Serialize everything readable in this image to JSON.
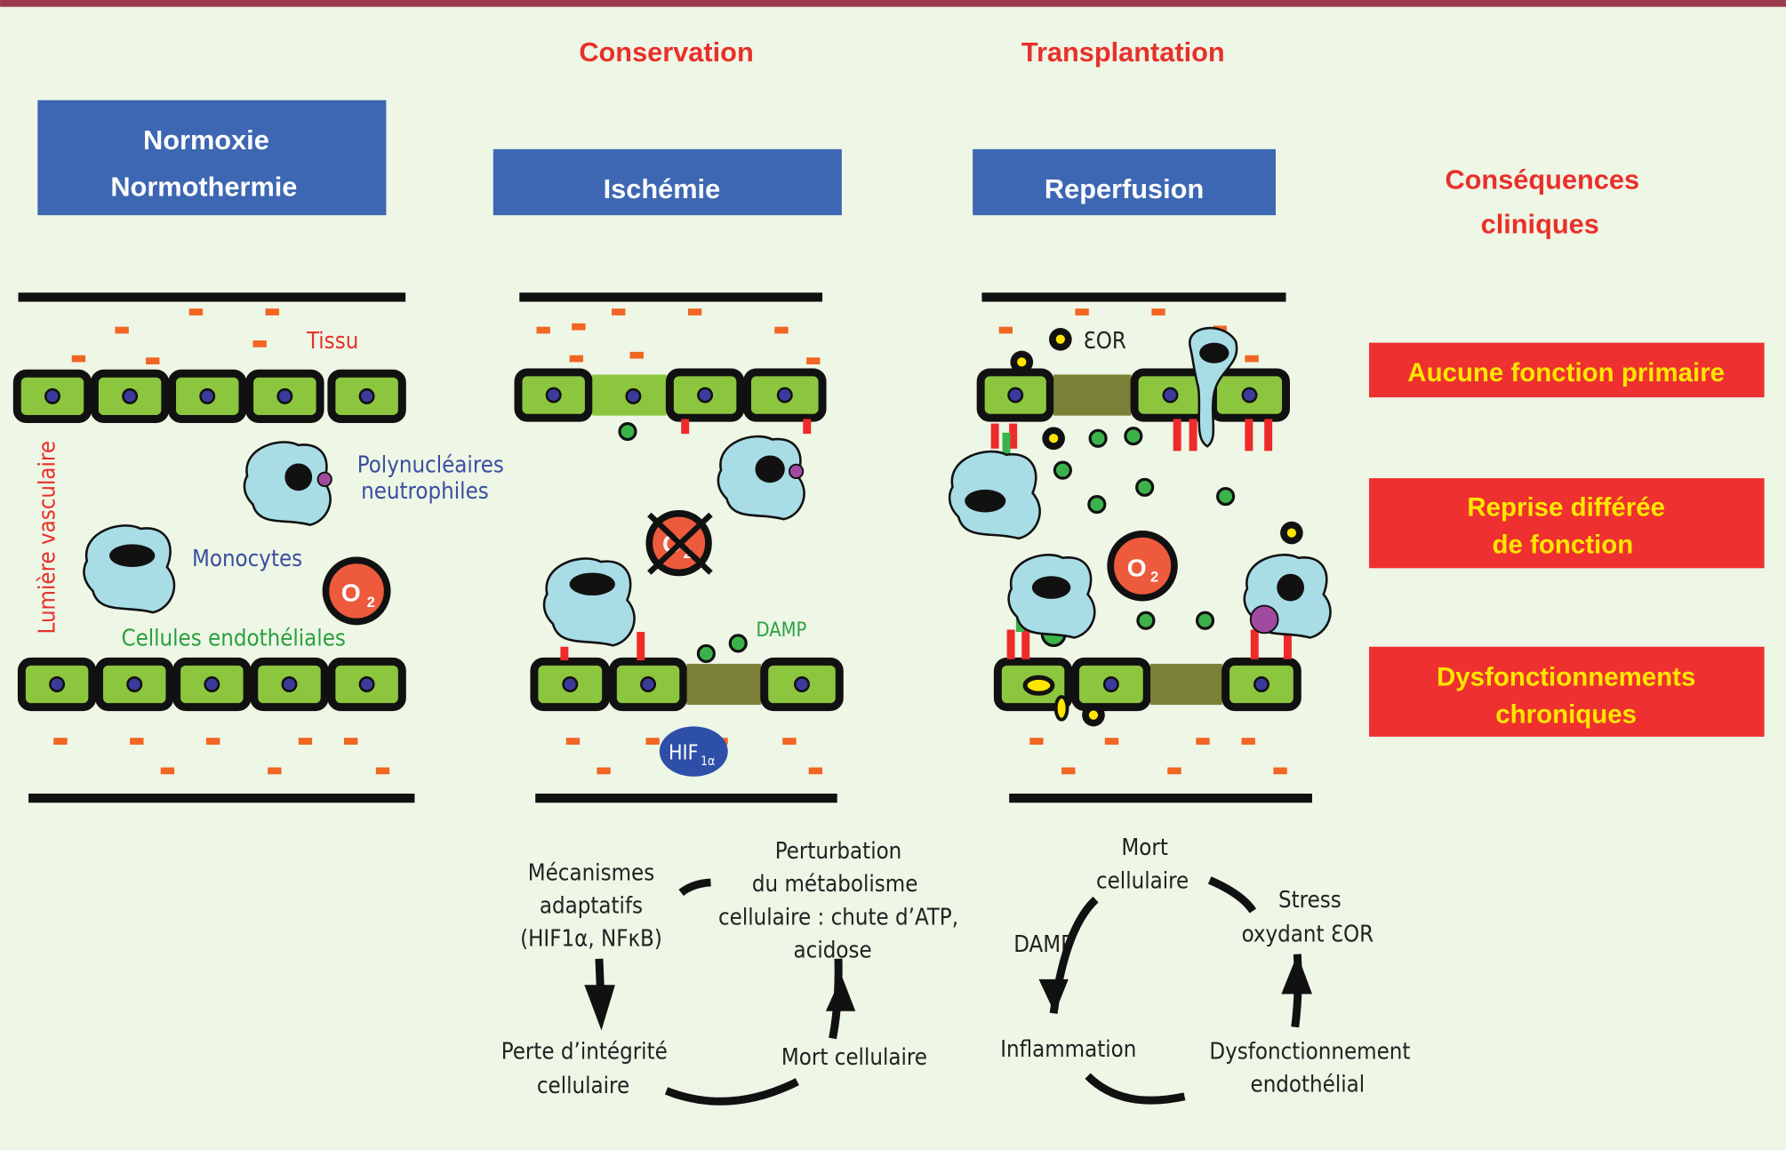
{
  "phases": {
    "conservation": "Conservation",
    "transplantation": "Transplantation"
  },
  "boxes": {
    "normoxie_1": "Normoxie",
    "normoxie_2": "Normothermie",
    "ischemie": "Ischémie",
    "reperfusion": "Reperfusion"
  },
  "consequences": {
    "title_1": "Conséquences",
    "title_2": "cliniques",
    "items": [
      {
        "lines": [
          "Aucune fonction primaire"
        ]
      },
      {
        "lines": [
          "Reprise différée",
          "de fonction"
        ]
      },
      {
        "lines": [
          "Dysfonctionnements",
          "chroniques"
        ]
      }
    ]
  },
  "labels": {
    "tissu": "Tissu",
    "lumiere": "Lumière vasculaire",
    "polynucleaires_1": "Polynucléaires",
    "polynucleaires_2": "neutrophiles",
    "monocytes": "Monocytes",
    "endotheliales": "Cellules endothéliales",
    "o2": "O",
    "o2_sub": "2",
    "damp": "DAMP",
    "hif": "HIF",
    "hif_sub": "1α",
    "eor": "ƐOR"
  },
  "cycle_ischemie": {
    "mecanismes": [
      "Mécanismes",
      "adaptatifs",
      "(HIF1α, NFκB)"
    ],
    "perturbation": [
      "Perturbation",
      "du métabolisme",
      "cellulaire : chute d’ATP,",
      "acidose"
    ],
    "perte": [
      "Perte d’intégrité",
      "cellulaire"
    ],
    "mort": "Mort cellulaire"
  },
  "cycle_reperfusion": {
    "mort": [
      "Mort",
      "cellulaire"
    ],
    "stress": [
      "Stress",
      "oxydant ƐOR"
    ],
    "damp": "DAMP",
    "inflammation": "Inflammation",
    "dysfonction": [
      "Dysfonctionnement",
      "endothélial"
    ]
  },
  "colors": {
    "background": "#eef6e6",
    "header_blue": "#3d67b2",
    "consequence_red": "#ee3030",
    "title_red": "#e8302a",
    "cell_green": "#8cc63f",
    "gap_olive": "#7a8036",
    "leukocyte": "#a8dde6",
    "o2": "#ee5a3c"
  }
}
